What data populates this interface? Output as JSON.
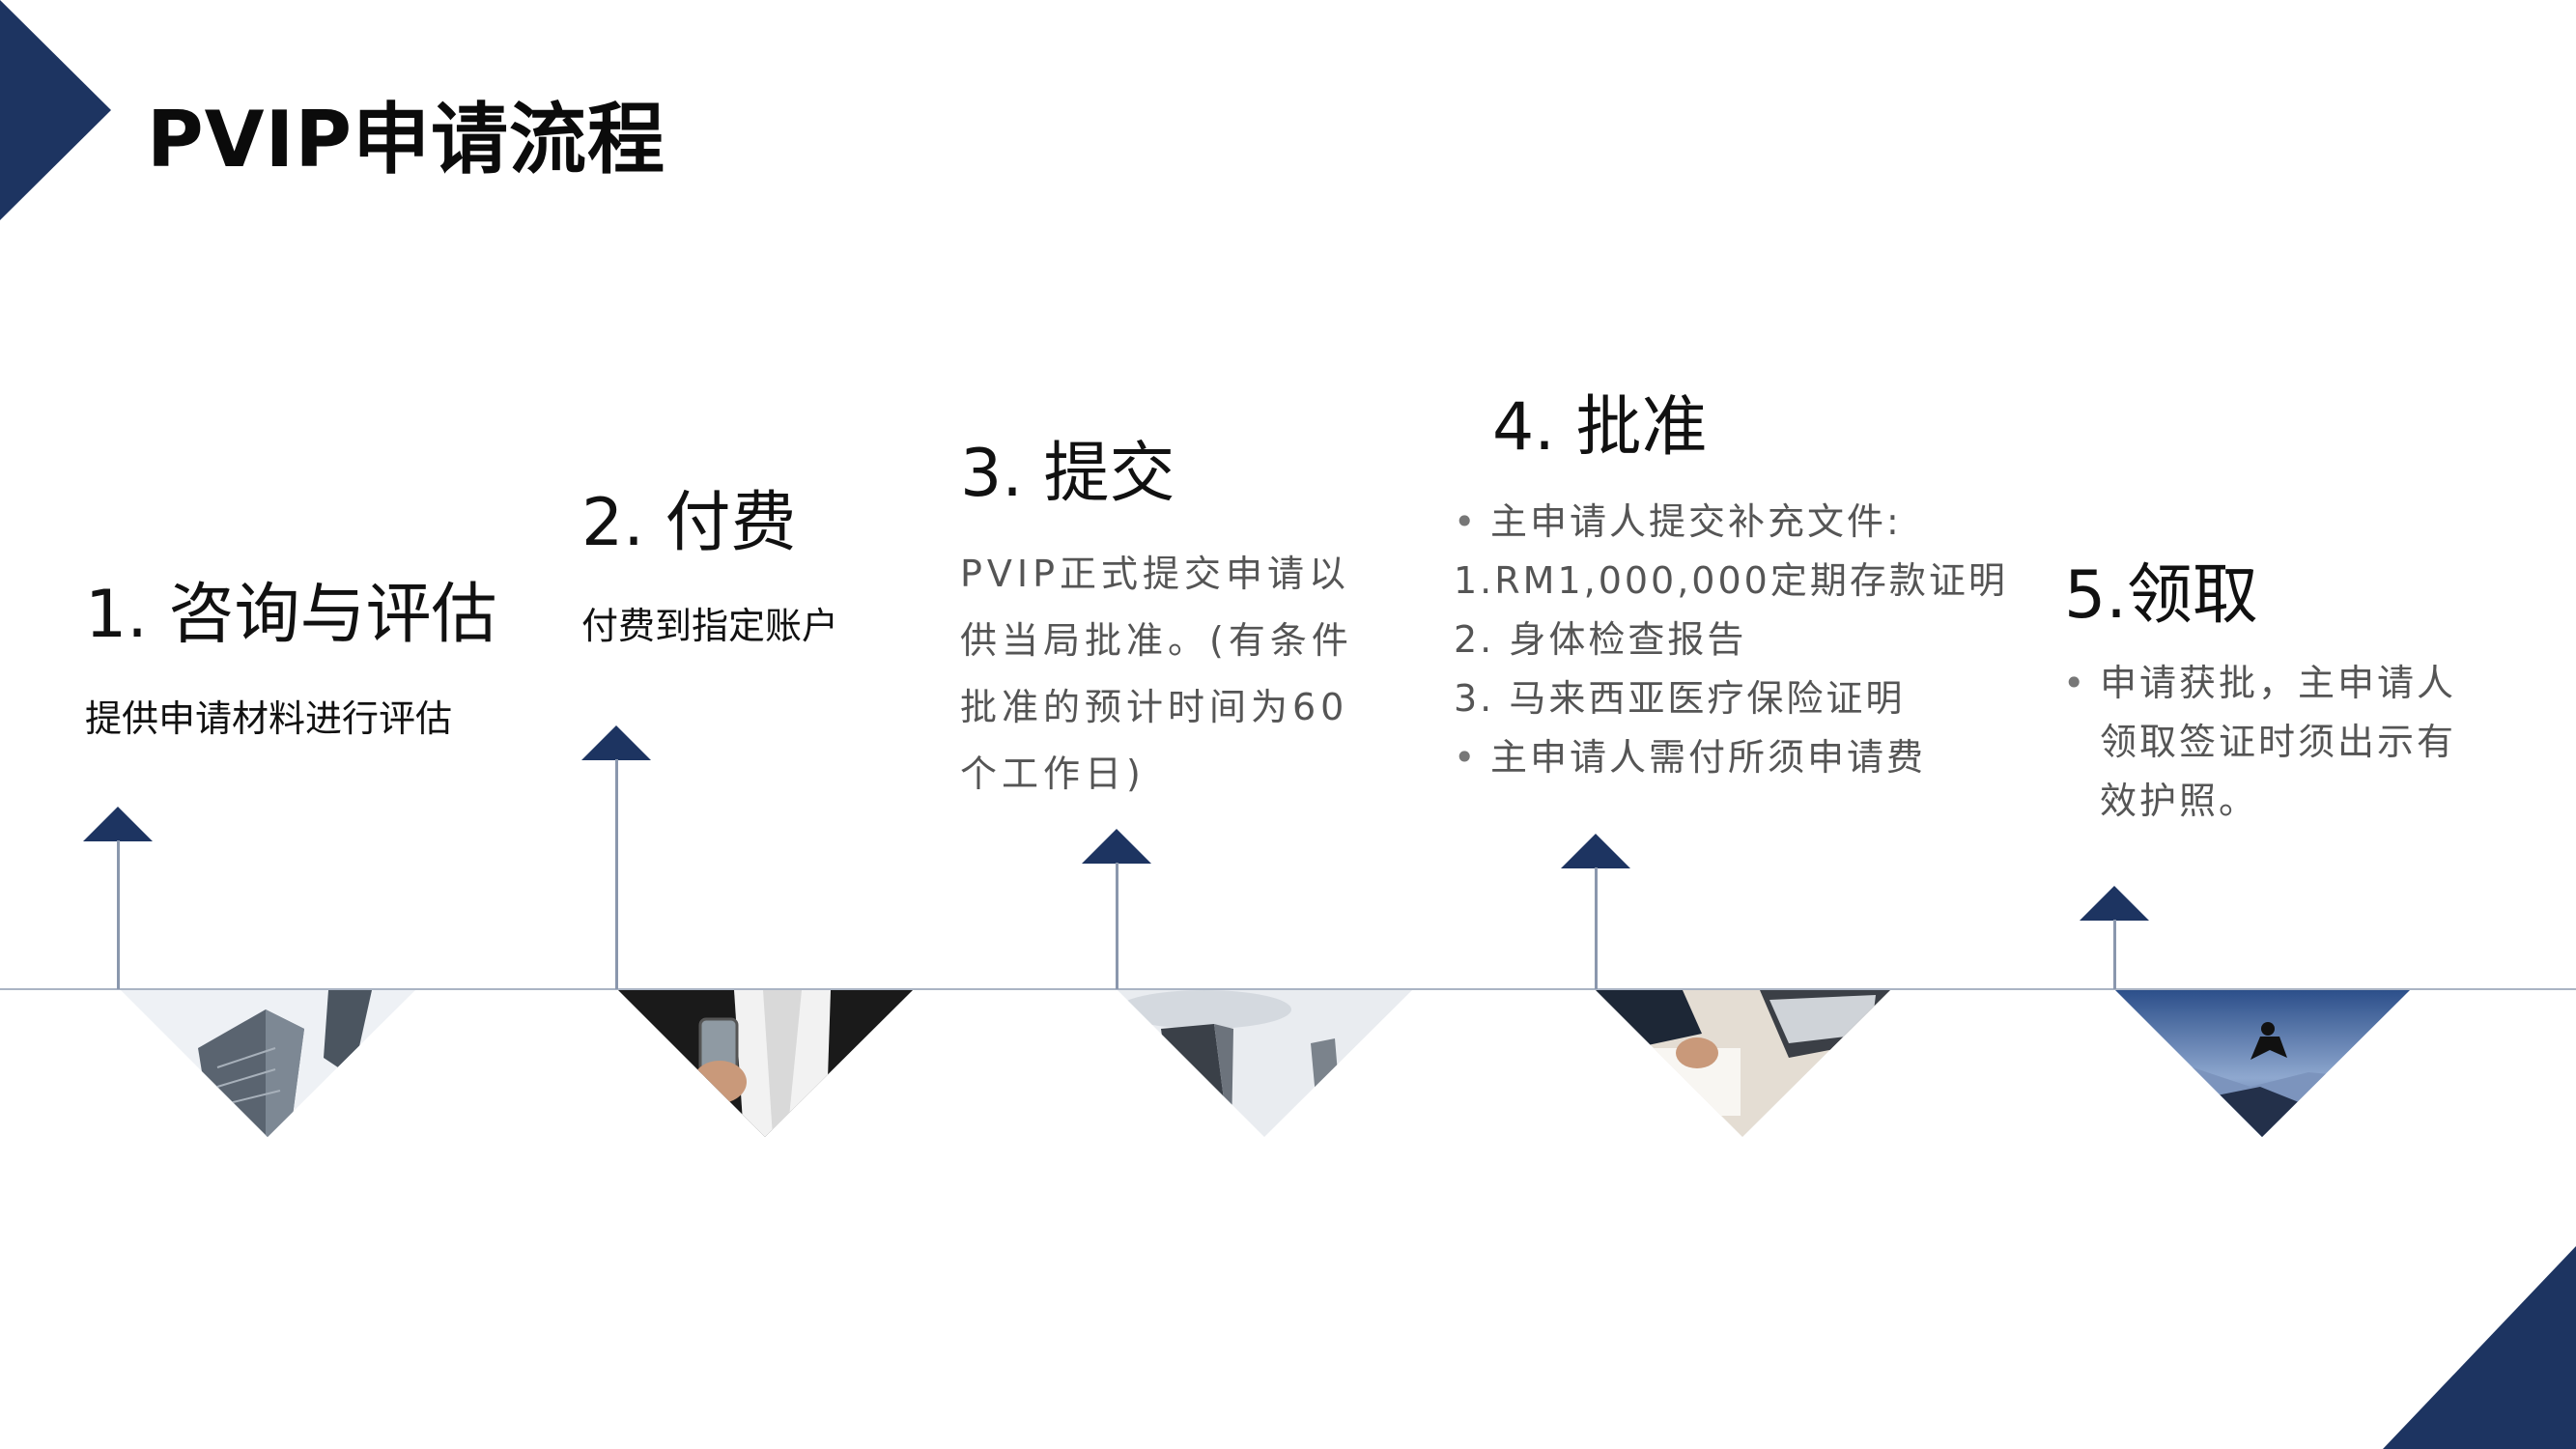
{
  "title": "PVIP申请流程",
  "colors": {
    "accent": "#1d3461",
    "line": "#aab4c4",
    "text": "#111111",
    "muted": "#555555"
  },
  "steps": [
    {
      "title": "1. 咨询与评估",
      "desc": "提供申请材料进行评估",
      "photo": "city-buildings"
    },
    {
      "title": "2. 付费",
      "desc": "付费到指定账户",
      "photo": "businessman-phone"
    },
    {
      "title": "3. 提交",
      "body": [
        "PVIP正式提交申请以",
        "供当局批准。(有条件",
        "批准的预计时间为60",
        "个工作日)"
      ],
      "photo": "skyscrapers-sky"
    },
    {
      "title": "4. 批准",
      "items": [
        {
          "bullet": "•",
          "text": "主申请人提交补充文件:"
        },
        {
          "bullet": "",
          "text": "1.RM1,000,000定期存款证明"
        },
        {
          "bullet": "",
          "text": "2. 身体检查报告"
        },
        {
          "bullet": "",
          "text": "3. 马来西亚医疗保险证明"
        },
        {
          "bullet": "•",
          "text": "主申请人需付所须申请费"
        }
      ],
      "photo": "desk-laptop"
    },
    {
      "title": "5.领取",
      "items": [
        {
          "bullet": "•",
          "text": "申请获批，主申请人"
        },
        {
          "bullet": "",
          "text": "领取签证时须出示有"
        },
        {
          "bullet": "",
          "text": "效护照。"
        }
      ],
      "photo": "jumping-mountains"
    }
  ]
}
